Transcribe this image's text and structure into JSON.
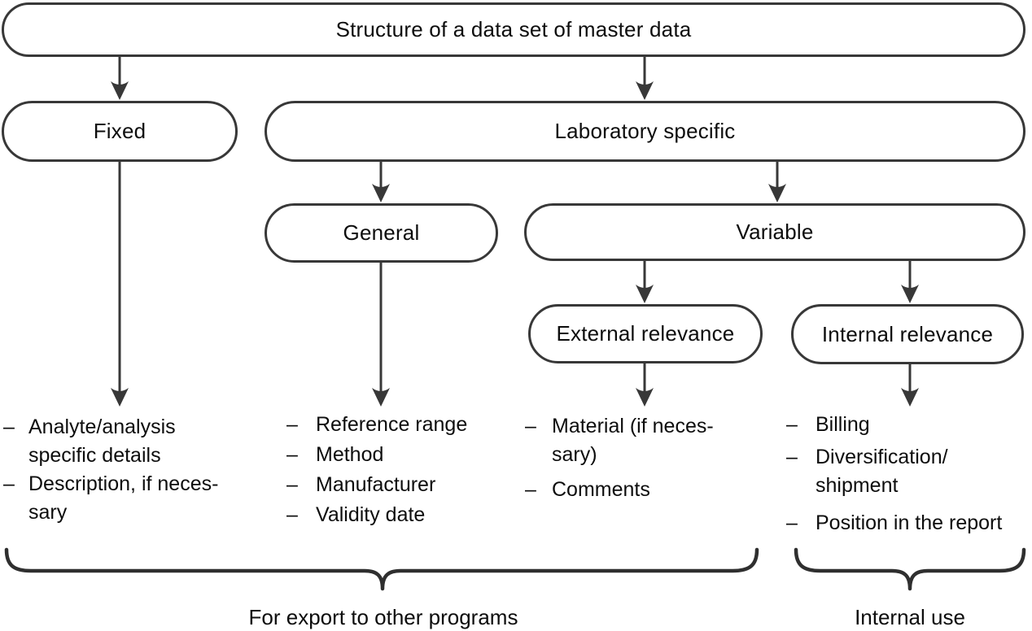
{
  "diagram": {
    "root": {
      "label": "Structure of a data set of master data"
    },
    "nodes": {
      "fixed": {
        "label": "Fixed"
      },
      "lab": {
        "label": "Laboratory specific"
      },
      "general": {
        "label": "General"
      },
      "variable": {
        "label": "Variable"
      },
      "external": {
        "label": "External relevance"
      },
      "internal": {
        "label": "Internal relevance"
      }
    },
    "lists": {
      "fixed": [
        "Analyte/analysis\nspecific details",
        "Description, if neces-\nsary"
      ],
      "general": [
        "Reference range",
        "Method",
        "Manufacturer",
        "Validity date"
      ],
      "external": [
        "Material (if neces-\nsary)",
        "Comments"
      ],
      "internal": [
        "Billing",
        "Diversification/\nshipment",
        "Position in the report"
      ]
    },
    "captions": {
      "export": "For export to other programs",
      "internal_use": "Internal use"
    },
    "bullet": "–",
    "colors": {
      "line": "#383838",
      "brace": "#2f2f2f",
      "text": "#0d0d0d",
      "background": "#ffffff"
    }
  }
}
